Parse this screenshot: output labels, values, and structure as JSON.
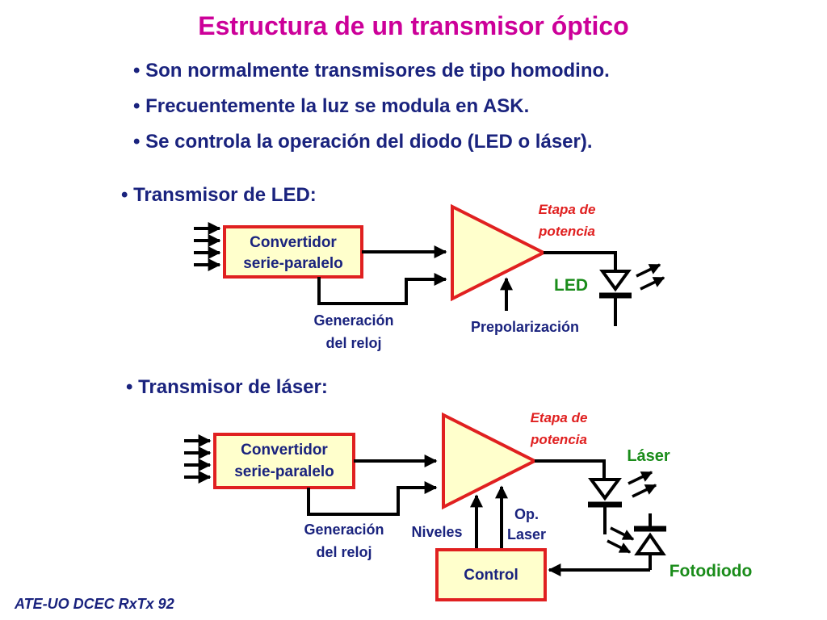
{
  "title": "Estructura de un transmisor óptico",
  "bullets": [
    "Son normalmente transmisores de tipo homodino.",
    "Frecuentemente la luz se modula en ASK.",
    "Se controla la operación del diodo (LED o láser)."
  ],
  "led_section": {
    "heading": "Transmisor de LED:",
    "converter_line1": "Convertidor",
    "converter_line2": "serie-paralelo",
    "clock_line1": "Generación",
    "clock_line2": "del reloj",
    "stage_line1": "Etapa de",
    "stage_line2": "potencia",
    "led_label": "LED",
    "bias_label": "Prepolarización"
  },
  "laser_section": {
    "heading": "Transmisor de láser:",
    "converter_line1": "Convertidor",
    "converter_line2": "serie-paralelo",
    "clock_line1": "Generación",
    "clock_line2": "del reloj",
    "stage_line1": "Etapa de",
    "stage_line2": "potencia",
    "laser_label": "Láser",
    "levels_label": "Niveles",
    "op_line1": "Op.",
    "op_line2": "Laser",
    "control_label": "Control",
    "photodiode_label": "Fotodiodo"
  },
  "footer": "ATE-UO DCEC RxTx 92",
  "colors": {
    "title": "#cc0099",
    "text": "#1a237e",
    "block_border": "#e02020",
    "block_fill": "#ffffcc",
    "stage_label": "#e02020",
    "green_label": "#1a8c1a"
  }
}
